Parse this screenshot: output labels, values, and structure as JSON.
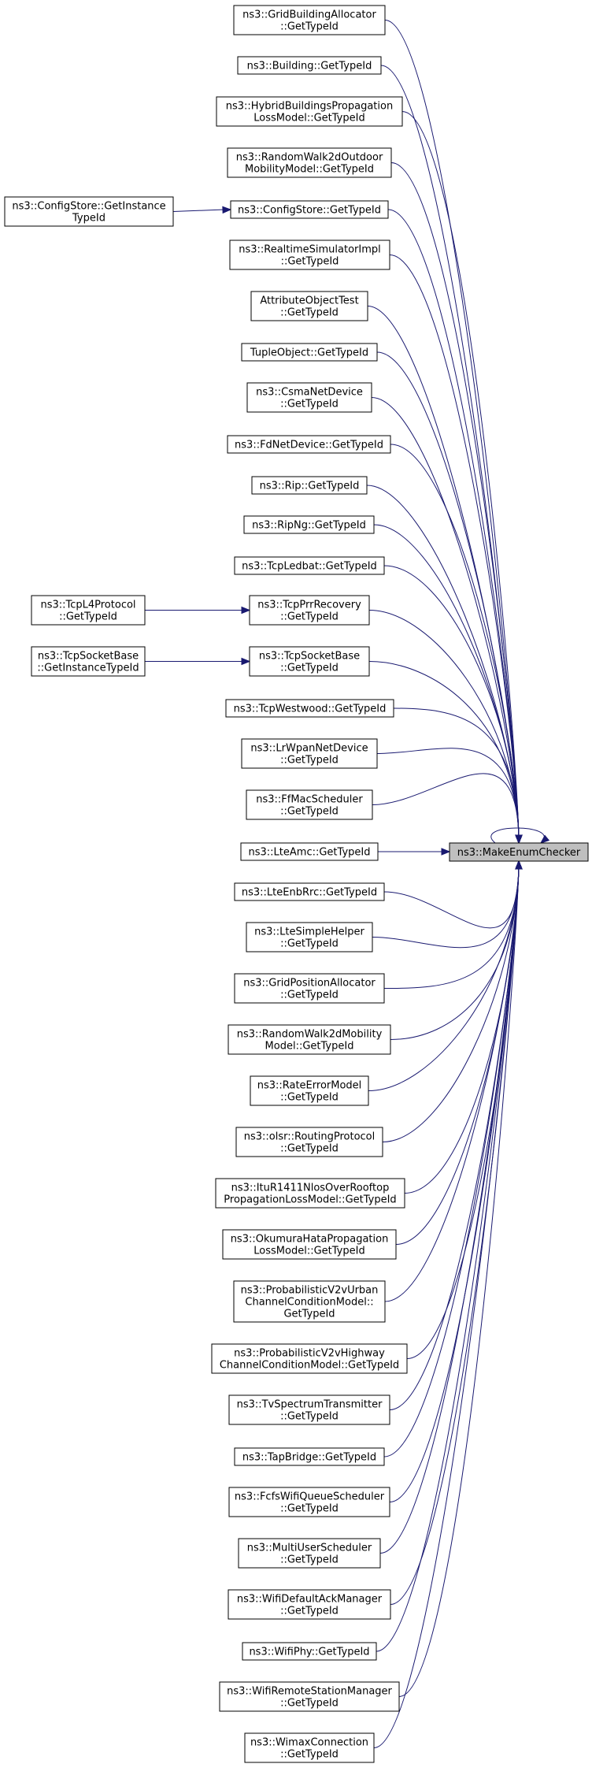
{
  "diagram": {
    "target": {
      "id": "target",
      "lines": [
        "ns3::MakeEnumChecker"
      ]
    },
    "callers": [
      {
        "id": "n1",
        "lines": [
          "ns3::GridBuildingAllocator",
          "::GetTypeId"
        ]
      },
      {
        "id": "n2",
        "lines": [
          "ns3::Building::GetTypeId"
        ]
      },
      {
        "id": "n3",
        "lines": [
          "ns3::HybridBuildingsPropagation",
          "LossModel::GetTypeId"
        ]
      },
      {
        "id": "n4",
        "lines": [
          "ns3::RandomWalk2dOutdoor",
          "MobilityModel::GetTypeId"
        ]
      },
      {
        "id": "n5",
        "lines": [
          "ns3::ConfigStore::GetTypeId"
        ]
      },
      {
        "id": "n6",
        "lines": [
          "ns3::RealtimeSimulatorImpl",
          "::GetTypeId"
        ]
      },
      {
        "id": "n7",
        "lines": [
          "AttributeObjectTest",
          "::GetTypeId"
        ]
      },
      {
        "id": "n8",
        "lines": [
          "TupleObject::GetTypeId"
        ]
      },
      {
        "id": "n9",
        "lines": [
          "ns3::CsmaNetDevice",
          "::GetTypeId"
        ]
      },
      {
        "id": "n10",
        "lines": [
          "ns3::FdNetDevice::GetTypeId"
        ]
      },
      {
        "id": "n11",
        "lines": [
          "ns3::Rip::GetTypeId"
        ]
      },
      {
        "id": "n12",
        "lines": [
          "ns3::RipNg::GetTypeId"
        ]
      },
      {
        "id": "n13",
        "lines": [
          "ns3::TcpLedbat::GetTypeId"
        ]
      },
      {
        "id": "n14",
        "lines": [
          "ns3::TcpPrrRecovery",
          "::GetTypeId"
        ]
      },
      {
        "id": "n15",
        "lines": [
          "ns3::TcpSocketBase",
          "::GetTypeId"
        ]
      },
      {
        "id": "n16",
        "lines": [
          "ns3::TcpWestwood::GetTypeId"
        ]
      },
      {
        "id": "n17",
        "lines": [
          "ns3::LrWpanNetDevice",
          "::GetTypeId"
        ]
      },
      {
        "id": "n18",
        "lines": [
          "ns3::FfMacScheduler",
          "::GetTypeId"
        ]
      },
      {
        "id": "n19",
        "lines": [
          "ns3::LteAmc::GetTypeId"
        ]
      },
      {
        "id": "n20",
        "lines": [
          "ns3::LteEnbRrc::GetTypeId"
        ]
      },
      {
        "id": "n21",
        "lines": [
          "ns3::LteSimpleHelper",
          "::GetTypeId"
        ]
      },
      {
        "id": "n22",
        "lines": [
          "ns3::GridPositionAllocator",
          "::GetTypeId"
        ]
      },
      {
        "id": "n23",
        "lines": [
          "ns3::RandomWalk2dMobility",
          "Model::GetTypeId"
        ]
      },
      {
        "id": "n24",
        "lines": [
          "ns3::RateErrorModel",
          "::GetTypeId"
        ]
      },
      {
        "id": "n25",
        "lines": [
          "ns3::olsr::RoutingProtocol",
          "::GetTypeId"
        ]
      },
      {
        "id": "n26",
        "lines": [
          "ns3::ItuR1411NlosOverRooftop",
          "PropagationLossModel::GetTypeId"
        ]
      },
      {
        "id": "n27",
        "lines": [
          "ns3::OkumuraHataPropagation",
          "LossModel::GetTypeId"
        ]
      },
      {
        "id": "n28",
        "lines": [
          "ns3::ProbabilisticV2vUrban",
          "ChannelConditionModel::",
          "GetTypeId"
        ]
      },
      {
        "id": "n29",
        "lines": [
          "ns3::ProbabilisticV2vHighway",
          "ChannelConditionModel::GetTypeId"
        ]
      },
      {
        "id": "n30",
        "lines": [
          "ns3::TvSpectrumTransmitter",
          "::GetTypeId"
        ]
      },
      {
        "id": "n31",
        "lines": [
          "ns3::TapBridge::GetTypeId"
        ]
      },
      {
        "id": "n32",
        "lines": [
          "ns3::FcfsWifiQueueScheduler",
          "::GetTypeId"
        ]
      },
      {
        "id": "n33",
        "lines": [
          "ns3::MultiUserScheduler",
          "::GetTypeId"
        ]
      },
      {
        "id": "n34",
        "lines": [
          "ns3::WifiDefaultAckManager",
          "::GetTypeId"
        ]
      },
      {
        "id": "n35",
        "lines": [
          "ns3::WifiPhy::GetTypeId"
        ]
      },
      {
        "id": "n36",
        "lines": [
          "ns3::WifiRemoteStationManager",
          "::GetTypeId"
        ]
      },
      {
        "id": "n37",
        "lines": [
          "ns3::WimaxConnection",
          "::GetTypeId"
        ]
      }
    ],
    "second_level": [
      {
        "id": "s1",
        "lines": [
          "ns3::ConfigStore::GetInstance",
          "TypeId"
        ],
        "calls": "n5"
      },
      {
        "id": "s2",
        "lines": [
          "ns3::TcpL4Protocol",
          "::GetTypeId"
        ],
        "calls": "n14"
      },
      {
        "id": "s3",
        "lines": [
          "ns3::TcpSocketBase",
          "::GetInstanceTypeId"
        ],
        "calls": "n15"
      }
    ],
    "colors": {
      "edge": "#191970",
      "focus_fill": "#bfbfbf",
      "box_stroke": "#000000"
    }
  }
}
